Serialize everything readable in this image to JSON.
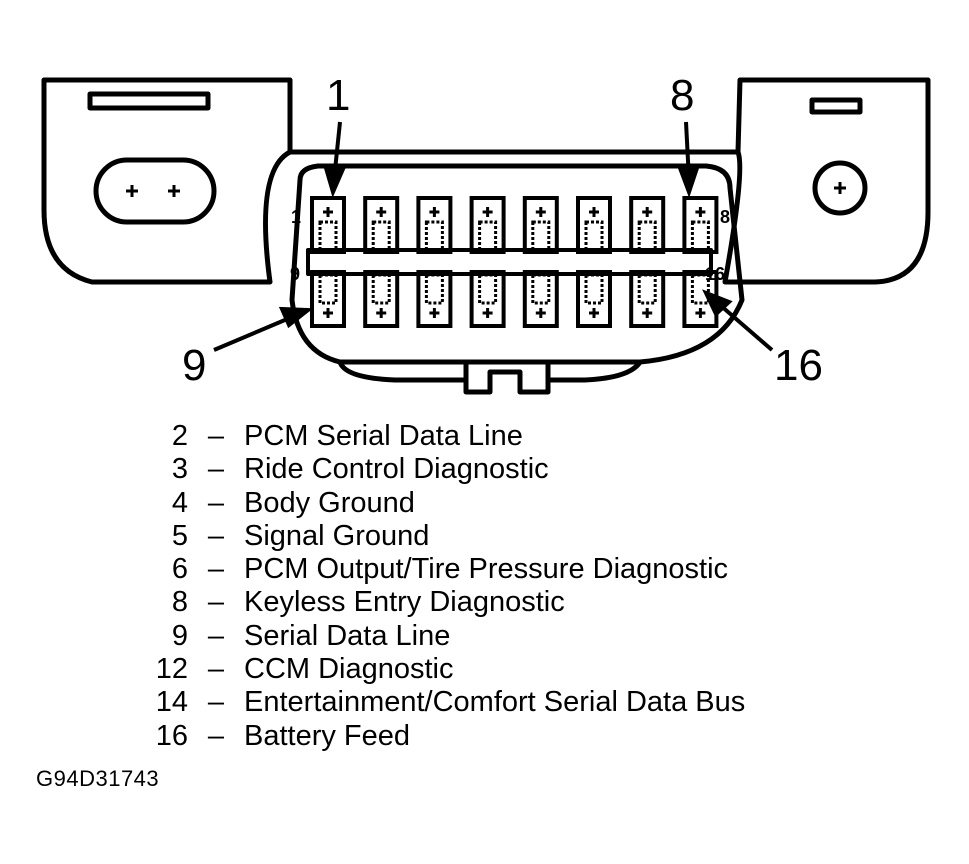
{
  "diagram": {
    "callouts": {
      "pin1": "1",
      "pin8": "8",
      "pin9": "9",
      "pin16": "16"
    },
    "connector_labels": {
      "left_top": "1",
      "right_top": "8",
      "left_bottom": "9",
      "right_bottom": "16"
    }
  },
  "legend": {
    "separator": "–",
    "items": [
      {
        "pin": "2",
        "description": "PCM Serial Data Line"
      },
      {
        "pin": "3",
        "description": "Ride Control Diagnostic"
      },
      {
        "pin": "4",
        "description": "Body Ground"
      },
      {
        "pin": "5",
        "description": "Signal Ground"
      },
      {
        "pin": "6",
        "description": "PCM Output/Tire Pressure Diagnostic"
      },
      {
        "pin": "8",
        "description": "Keyless Entry Diagnostic"
      },
      {
        "pin": "9",
        "description": "Serial Data Line"
      },
      {
        "pin": "12",
        "description": "CCM Diagnostic"
      },
      {
        "pin": "14",
        "description": "Entertainment/Comfort Serial Data Bus"
      },
      {
        "pin": "16",
        "description": "Battery Feed"
      }
    ]
  },
  "figure_id": "G94D31743"
}
